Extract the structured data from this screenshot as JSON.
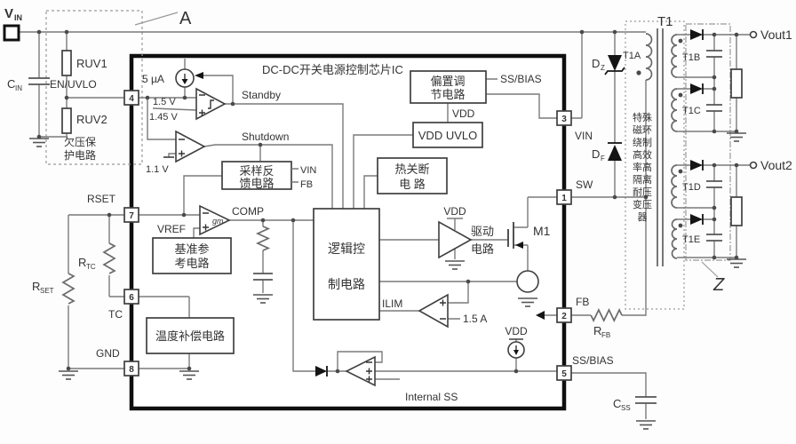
{
  "title": "DC-DC开关电源控制芯片IC",
  "callouts": {
    "a": "A",
    "z": "Z"
  },
  "pins": {
    "p1": "1",
    "p2": "2",
    "p3": "3",
    "p4": "4",
    "p5": "5",
    "p6": "6",
    "p7": "7",
    "p8": "8"
  },
  "pin_labels": {
    "p1": "SW",
    "p2": "FB",
    "p3": "VIN",
    "p4": "EN/UVLO",
    "p5": "SS/BIAS",
    "p6": "TC",
    "p7": "RSET",
    "p8": "GND"
  },
  "input": {
    "vin_main": "V",
    "vin_sub": "IN",
    "cin_main": "C",
    "cin_sub": "IN",
    "ruv1": "RUV1",
    "ruv2": "RUV2",
    "uvlo1": "欠压保",
    "uvlo2": "护电路"
  },
  "left": {
    "rtc_main": "R",
    "rtc_sub": "TC",
    "rset_main": "R",
    "rset_sub": "SET"
  },
  "ic": {
    "i5ua": "5 µA",
    "standby": "Standby",
    "shutdown": "Shutdown",
    "vth_hi": "1.5 V",
    "vth_lo": "1.45 V",
    "vth_sd": "1.1 V",
    "gm": "gm",
    "vref": "VREF",
    "comp": "COMP",
    "sample1": "采样反",
    "sample2": "馈电路",
    "sample_vin": "VIN",
    "sample_fb": "FB",
    "ref1": "基准参",
    "ref2": "考电路",
    "temp": "温度补偿电路",
    "bias1": "偏置调",
    "bias2": "节电路",
    "bias_ss": "SS/BIAS",
    "vdd_a": "VDD",
    "vdd_uvlo": "VDD UVLO",
    "thermal1": "热关断",
    "thermal2": "电  路",
    "logic1": "逻辑控",
    "logic2": "制电路",
    "drv_vdd": "VDD",
    "drv1": "驱动",
    "drv2": "电路",
    "m1": "M1",
    "ilim": "ILIM",
    "ilim_ref": "1.5 A",
    "ss_vdd": "VDD",
    "internal_ss": "Internal SS"
  },
  "right": {
    "dz_main": "D",
    "dz_sub": "Z",
    "df_main": "D",
    "df_sub": "F",
    "rfb_main": "R",
    "rfb_sub": "FB",
    "css_main": "C",
    "css_sub": "SS",
    "t1": "T1",
    "t1a": "T1A",
    "t1b": "T1B",
    "t1c": "T1C",
    "t1d": "T1D",
    "t1e": "T1E",
    "vout1": "Vout1",
    "vout2": "Vout2",
    "txf": [
      "特殊",
      "磁环",
      "绕制",
      "高效",
      "率高",
      "隔离",
      "耐压",
      "变压",
      "器"
    ]
  }
}
